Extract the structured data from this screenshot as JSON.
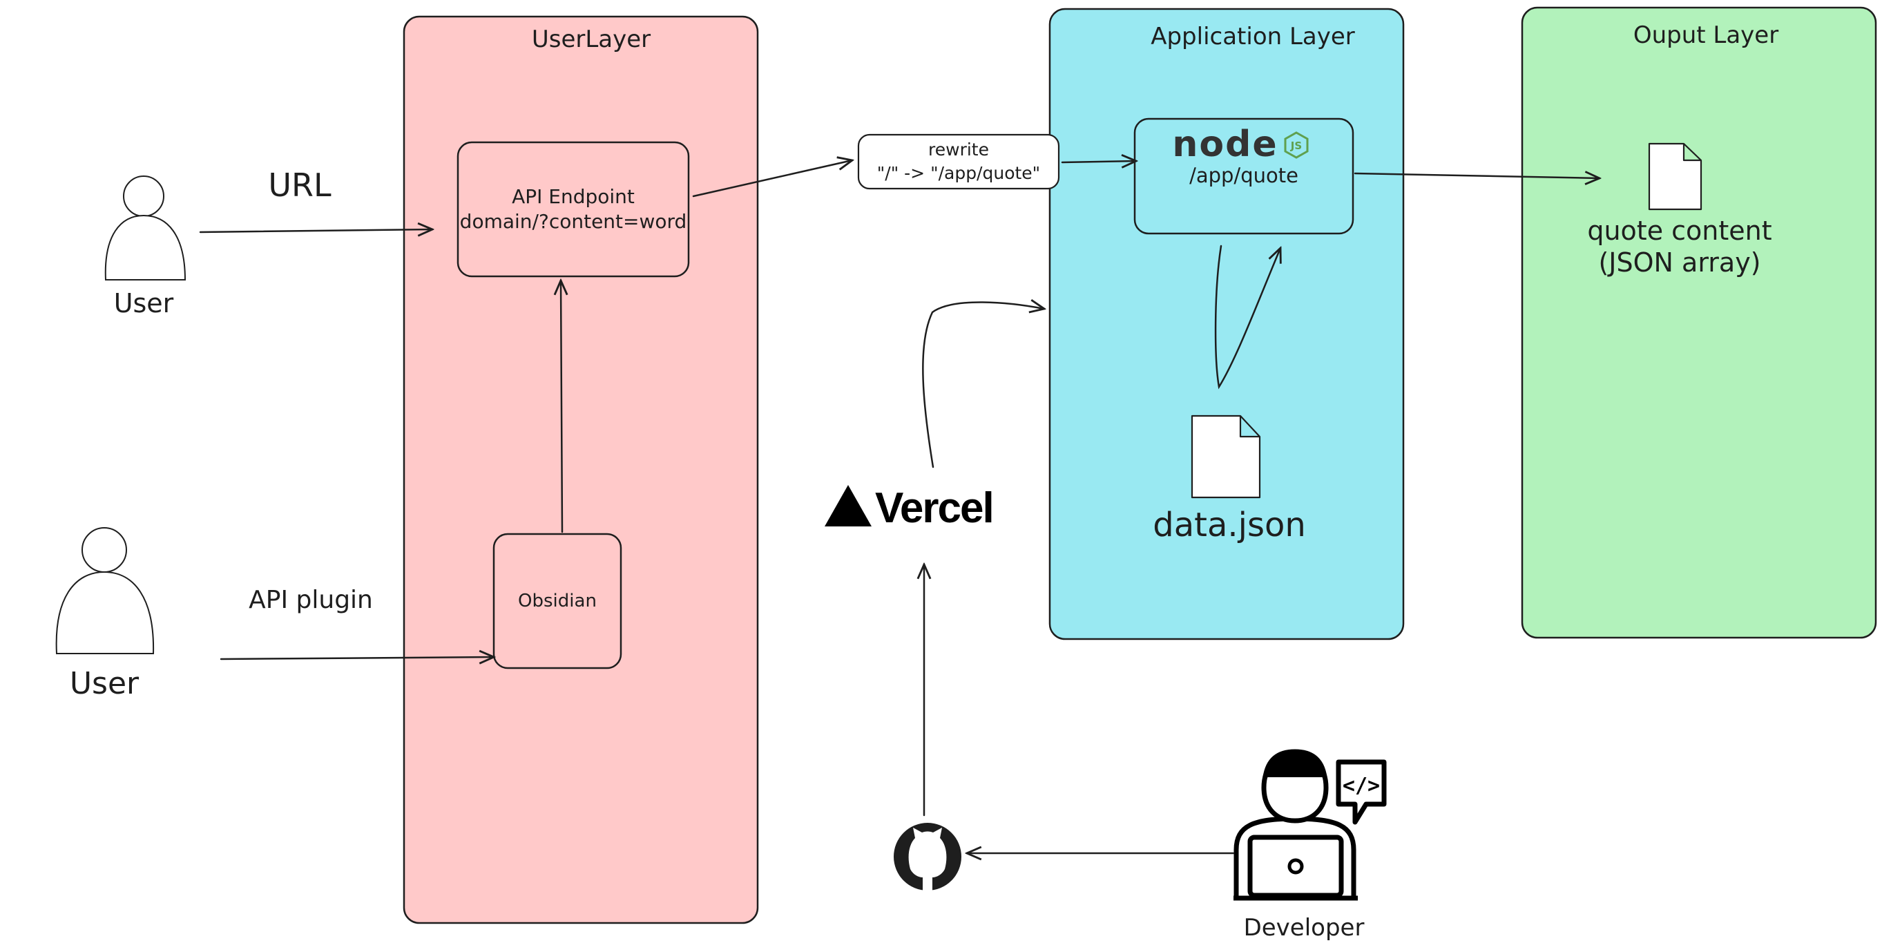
{
  "layers": {
    "user": {
      "title": "UserLayer",
      "fill": "#ffc9c9"
    },
    "application": {
      "title": "Application Layer",
      "fill": "#99e9f2"
    },
    "output": {
      "title": "Ouput Layer",
      "fill": "#b2f2bb"
    }
  },
  "actors": {
    "user_top": {
      "label": "User"
    },
    "user_bottom": {
      "label": "User"
    },
    "developer": {
      "label": "Developer"
    }
  },
  "edges": {
    "url_label": "URL",
    "api_plugin_label": "API plugin"
  },
  "nodes": {
    "api_endpoint": {
      "line1": "API Endpoint",
      "line2": "domain/?content=word"
    },
    "obsidian": {
      "label": "Obsidian"
    },
    "rewrite": {
      "line1": "rewrite",
      "line2": "\"/\" -> \"/app/quote\""
    },
    "node_app": {
      "logo_text": "node",
      "logo_badge": "JS",
      "route": "/app/quote"
    },
    "data_file": {
      "label": "data.json"
    },
    "vercel": {
      "label": "Vercel"
    },
    "output_file": {
      "line1": "quote content",
      "line2": "(JSON array)"
    }
  },
  "icons": {
    "user_top": "user-icon",
    "user_bottom": "user-icon",
    "developer": "developer-icon",
    "github": "github-icon",
    "vercel": "vercel-triangle-icon",
    "nodejs": "nodejs-logo-icon",
    "data_file": "file-icon",
    "output_file": "file-icon"
  },
  "colors": {
    "stroke": "#1e1e1e",
    "node_green": "#5fa04e"
  }
}
